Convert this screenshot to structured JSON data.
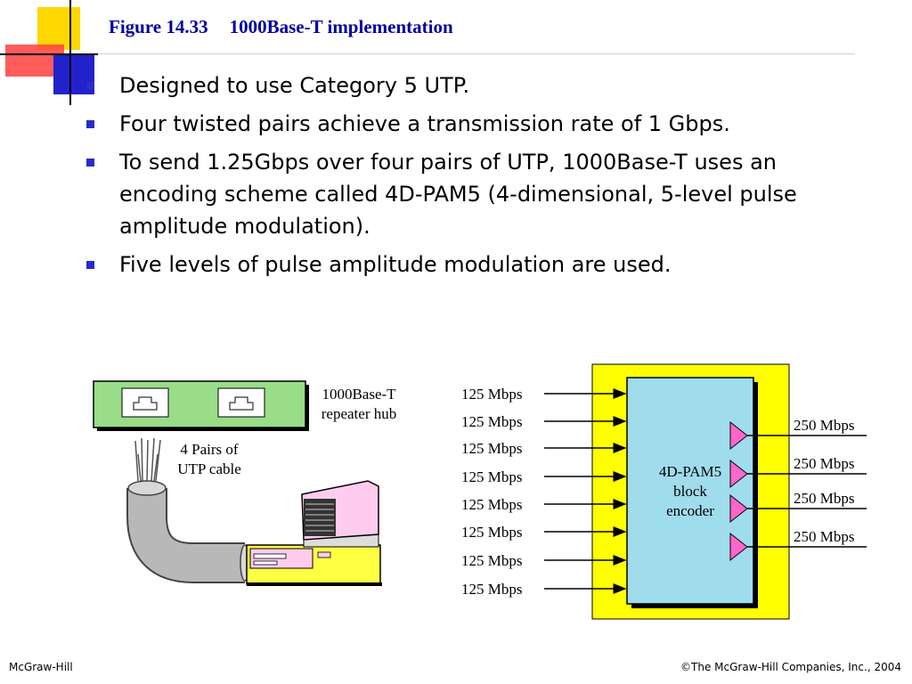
{
  "title": {
    "figure": "Figure 14.33",
    "text": "1000Base-T implementation"
  },
  "bullets": [
    "Designed to use Category 5 UTP.",
    "Four twisted pairs achieve a transmission rate of 1 Gbps.",
    "To send 1.25Gbps over four pairs of UTP, 1000Base-T uses an encoding scheme called 4D-PAM5 (4-dimensional, 5-level pulse amplitude modulation).",
    "Five levels of pulse amplitude modulation are used."
  ],
  "left_diagram": {
    "hub_label_1": "1000Base-T",
    "hub_label_2": "repeater hub",
    "cable_label_1": "4 Pairs of",
    "cable_label_2": "UTP cable"
  },
  "right_diagram": {
    "encoder_1": "4D-PAM5",
    "encoder_2": "block",
    "encoder_3": "encoder",
    "inputs": [
      "125 Mbps",
      "125 Mbps",
      "125 Mbps",
      "125 Mbps",
      "125 Mbps",
      "125 Mbps",
      "125 Mbps",
      "125 Mbps"
    ],
    "outputs": [
      "250 Mbps",
      "250 Mbps",
      "250 Mbps",
      "250 Mbps"
    ]
  },
  "footer": {
    "left": "McGraw-Hill",
    "right": "©The McGraw-Hill Companies, Inc., 2004"
  },
  "colors": {
    "title": "#0000a0",
    "bullet": "#2a2ad0",
    "yellow": "#ffff00",
    "encoder": "#9fdcec",
    "triangle": "#ff66cc",
    "hub": "#99dd88"
  }
}
